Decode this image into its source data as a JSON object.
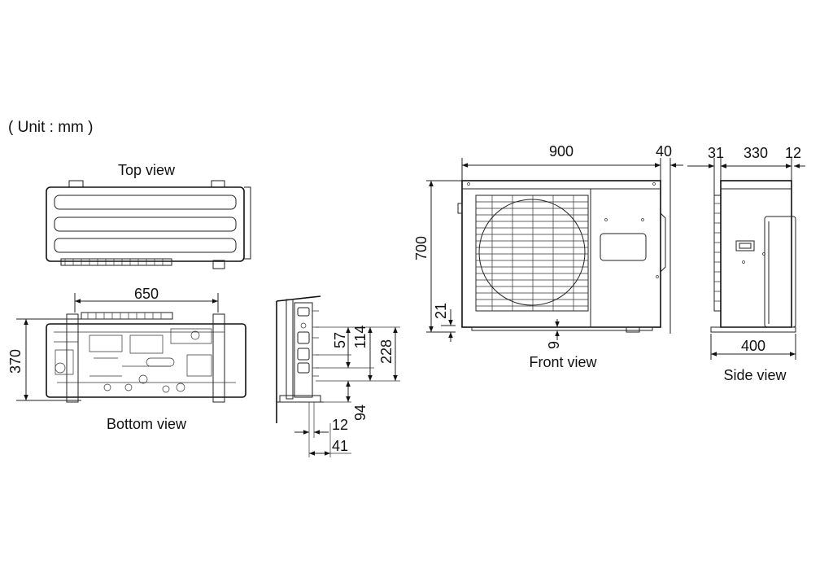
{
  "unit_note": "( Unit : mm )",
  "views": {
    "top": "Top view",
    "bottom": "Bottom view",
    "front": "Front view",
    "side": "Side view"
  },
  "dimensions": {
    "bottom_width": "650",
    "bottom_depth": "370",
    "pipe_57": "57",
    "pipe_114": "114",
    "pipe_228": "228",
    "pipe_94": "94",
    "pipe_12": "12",
    "pipe_41": "41",
    "front_width": "900",
    "front_overhang": "40",
    "front_height": "700",
    "front_foot": "21",
    "front_gap": "9",
    "side_31": "31",
    "side_330": "330",
    "side_12": "12",
    "side_400": "400"
  }
}
